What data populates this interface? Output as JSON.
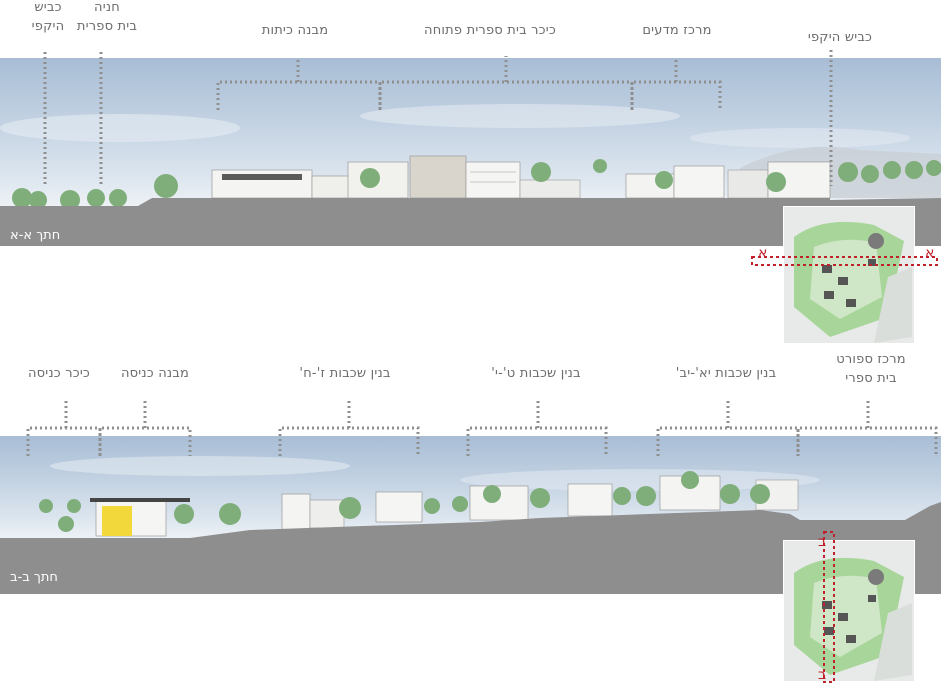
{
  "section_a": {
    "title": "חתך א-א",
    "labels": [
      {
        "id": "ring-road-left",
        "lines": [
          "כביש",
          "היקפי"
        ]
      },
      {
        "id": "school-parking",
        "lines": [
          "חניה",
          "בית ספרית"
        ]
      },
      {
        "id": "classrooms-building",
        "lines": [
          "מבנה כיתות"
        ]
      },
      {
        "id": "open-school-plaza",
        "lines": [
          "כיכר בית ספרית פתוחה"
        ]
      },
      {
        "id": "science-center",
        "lines": [
          "מרכז מדעים"
        ]
      },
      {
        "id": "ring-road-right",
        "lines": [
          "כביש היקפי"
        ]
      }
    ],
    "map_marker": "א"
  },
  "section_b": {
    "title": "חתך ב-ב",
    "labels": [
      {
        "id": "entrance-plaza",
        "lines": [
          "כיכר כניסה"
        ]
      },
      {
        "id": "entrance-building",
        "lines": [
          "מבנה כניסה"
        ]
      },
      {
        "id": "grades-7-8-building",
        "lines": [
          "בנין שכבות ז'-ח'"
        ]
      },
      {
        "id": "grades-9-10-building",
        "lines": [
          "בנין שכבות ט'-י'"
        ]
      },
      {
        "id": "grades-11-12-building",
        "lines": [
          "בנין שכבות יא'-יב'"
        ]
      },
      {
        "id": "school-sports-center",
        "lines": [
          "מרכז ספורט",
          "בית ספרי"
        ]
      }
    ],
    "map_marker": "ב"
  },
  "colors": {
    "ground": "#8e8e8e",
    "guide": "#8f8f8f",
    "section_line": "#c0202a",
    "tree": "#7fae7a",
    "map_green": "#a8d59a"
  }
}
